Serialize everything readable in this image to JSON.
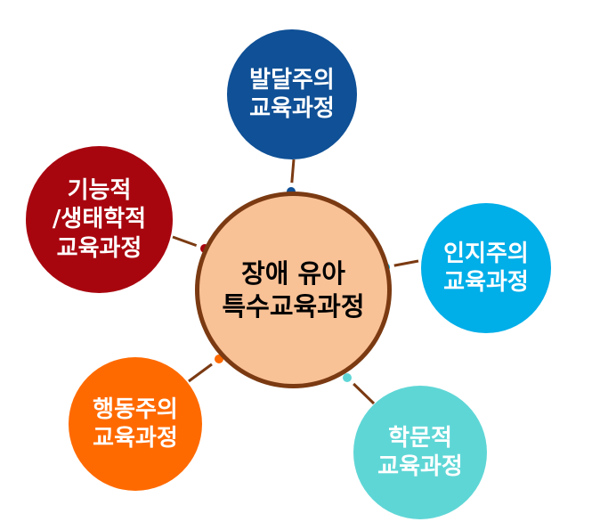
{
  "diagram": {
    "center": {
      "lines": [
        "장애 유아",
        "특수교육과정"
      ],
      "fill": "#f9c196",
      "border": "#7b3a12"
    },
    "nodes": [
      {
        "id": "developmental",
        "lines": [
          "발달주의",
          "교육과정"
        ],
        "color": "#0f5096"
      },
      {
        "id": "cognitive",
        "lines": [
          "인지주의",
          "교육과정"
        ],
        "color": "#00aee8"
      },
      {
        "id": "academic",
        "lines": [
          "학문적",
          "교육과정"
        ],
        "color": "#5fd6d6"
      },
      {
        "id": "behavioral",
        "lines": [
          "행동주의",
          "교육과정"
        ],
        "color": "#ff6a00"
      },
      {
        "id": "functional",
        "lines": [
          "기능적",
          "/생태학적",
          "교육과정"
        ],
        "color": "#a8060f"
      }
    ],
    "connector_color": "#7b3a12"
  }
}
